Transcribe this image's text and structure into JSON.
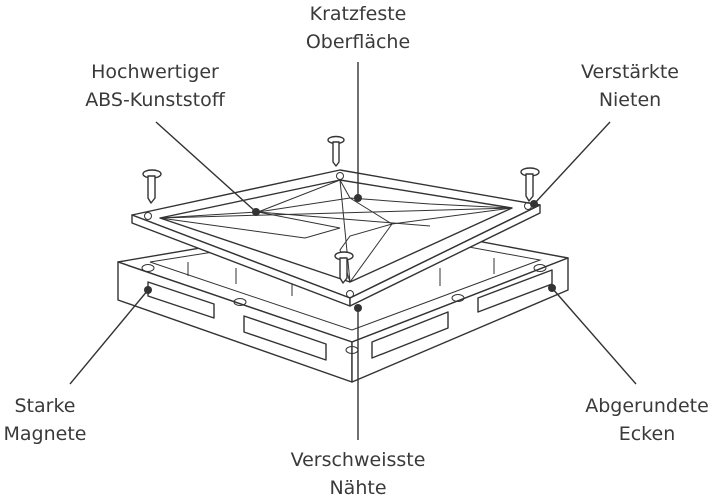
{
  "labels": {
    "kratzfeste": {
      "line1": "Kratzfeste",
      "line2": "Oberfläche"
    },
    "abs": {
      "line1": "Hochwertiger",
      "line2": "ABS-Kunststoff"
    },
    "nieten": {
      "line1": "Verstärkte",
      "line2": "Nieten"
    },
    "magnete": {
      "line1": "Starke",
      "line2": "Magnete"
    },
    "naehte": {
      "line1": "Verschweisste",
      "line2": "Nähte"
    },
    "ecken": {
      "line1": "Abgerundete",
      "line2": "Ecken"
    }
  },
  "icons": [
    "rivet-icon",
    "magnet-icon"
  ],
  "colors": {
    "line": "#333333",
    "text": "#3a3a3a",
    "background": "#ffffff"
  }
}
